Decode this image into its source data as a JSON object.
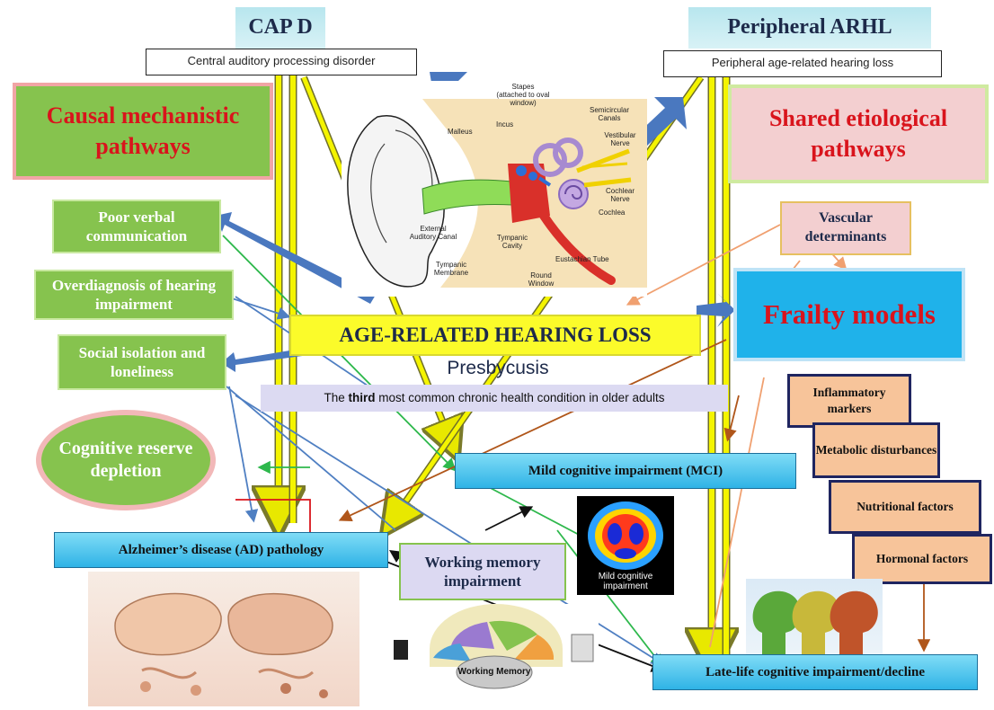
{
  "header_left": {
    "title": "CAP D",
    "subtitle": "Central auditory processing disorder"
  },
  "header_right": {
    "title": "Peripheral ARHL",
    "subtitle": "Peripheral age-related hearing loss"
  },
  "causal": "Causal mechanistic pathways",
  "shared": "Shared etiological pathways",
  "left_boxes": {
    "verbal": "Poor verbal communication",
    "overdiag": "Overdiagnosis of hearing impairment",
    "social": "Social isolation and loneliness",
    "reserve": "Cognitive reserve depletion"
  },
  "vascular": "Vascular determinants",
  "frailty": "Frailty models",
  "arhl": "AGE-RELATED HEARING LOSS",
  "presbycusis": "Presbycusis",
  "third_note": {
    "pre": "The ",
    "bold": "third",
    "post": " most common chronic health condition in older adults"
  },
  "mci": "Mild cognitive impairment (MCI)",
  "mci_scan_caption": "Mild cognitive impairment",
  "ad": "Alzheimer’s disease (AD) pathology",
  "working_memory": "Working memory impairment",
  "wm_image_caption": "Working Memory",
  "late_life": "Late-life cognitive impairment/decline",
  "right_factors": [
    "Inflammatory markers",
    "Metabolic disturbances",
    "Nutritional factors",
    "Hormonal factors"
  ],
  "ear_labels": {
    "stapes": "Stapes (attached to oval window)",
    "incus": "Incus",
    "malleus": "Malleus",
    "semicircular": "Semicircular Canals",
    "vestibular": "Vestibular Nerve",
    "cochlear_nerve": "Cochlear Nerve",
    "cochlea": "Cochlea",
    "external": "External Auditory Canal",
    "tympanic_cavity": "Tympanic Cavity",
    "eustachian": "Eustachian Tube",
    "round": "Round Window",
    "tympanic_membrane": "Tympanic Membrane"
  },
  "colors": {
    "green": "#86c34e",
    "cyan": "#2fb3e6",
    "red_text": "#d9141c",
    "orange": "#f7c49a",
    "yellow": "#f4f400"
  }
}
